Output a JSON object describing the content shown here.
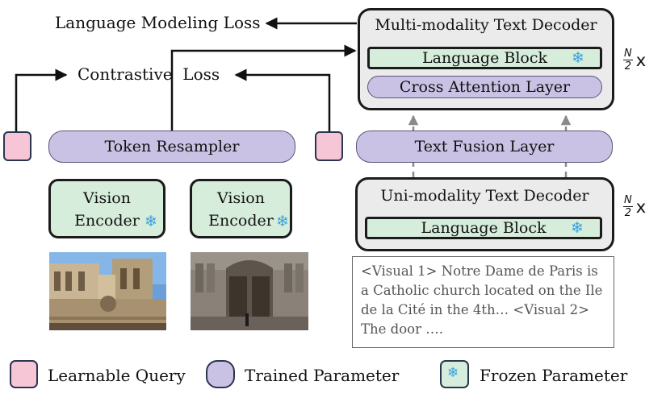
{
  "losses": {
    "lm_loss": "Language Modeling Loss",
    "contrastive_loss": "Contrastive  Loss"
  },
  "multi_decoder": {
    "title": "Multi-modality Text Decoder",
    "language_block": "Language Block",
    "cross_attention": "Cross Attention Layer",
    "repeat": {
      "num": "N",
      "den": "2",
      "times": "x"
    }
  },
  "token_resampler": "Token Resampler",
  "text_fusion": "Text Fusion Layer",
  "vision_encoders": [
    {
      "line1": "Vision",
      "line2": "Encoder"
    },
    {
      "line1": "Vision",
      "line2": "Encoder"
    }
  ],
  "uni_decoder": {
    "title": "Uni-modality Text Decoder",
    "language_block": "Language Block",
    "repeat": {
      "num": "N",
      "den": "2",
      "times": "x"
    }
  },
  "text_sample": [
    "<Visual 1> Notre Dame de Paris is",
    "a Catholic church located on the Ile",
    "de la Cité in the 4th… <Visual 2>",
    "The door …."
  ],
  "legend": [
    {
      "label": "Learnable Query",
      "kind": "learnable"
    },
    {
      "label": "Trained Parameter",
      "kind": "trained"
    },
    {
      "label": "Frozen Parameter",
      "kind": "frozen"
    }
  ],
  "icons": {
    "frozen": "snowflake-icon",
    "flake_glyph": "❄"
  },
  "colors": {
    "learnable": "#f6c6d7",
    "trained": "#c9c2e4",
    "frozen": "#d6eddb",
    "panel": "#ebebeb",
    "snowflake": "#3aa0dc"
  }
}
